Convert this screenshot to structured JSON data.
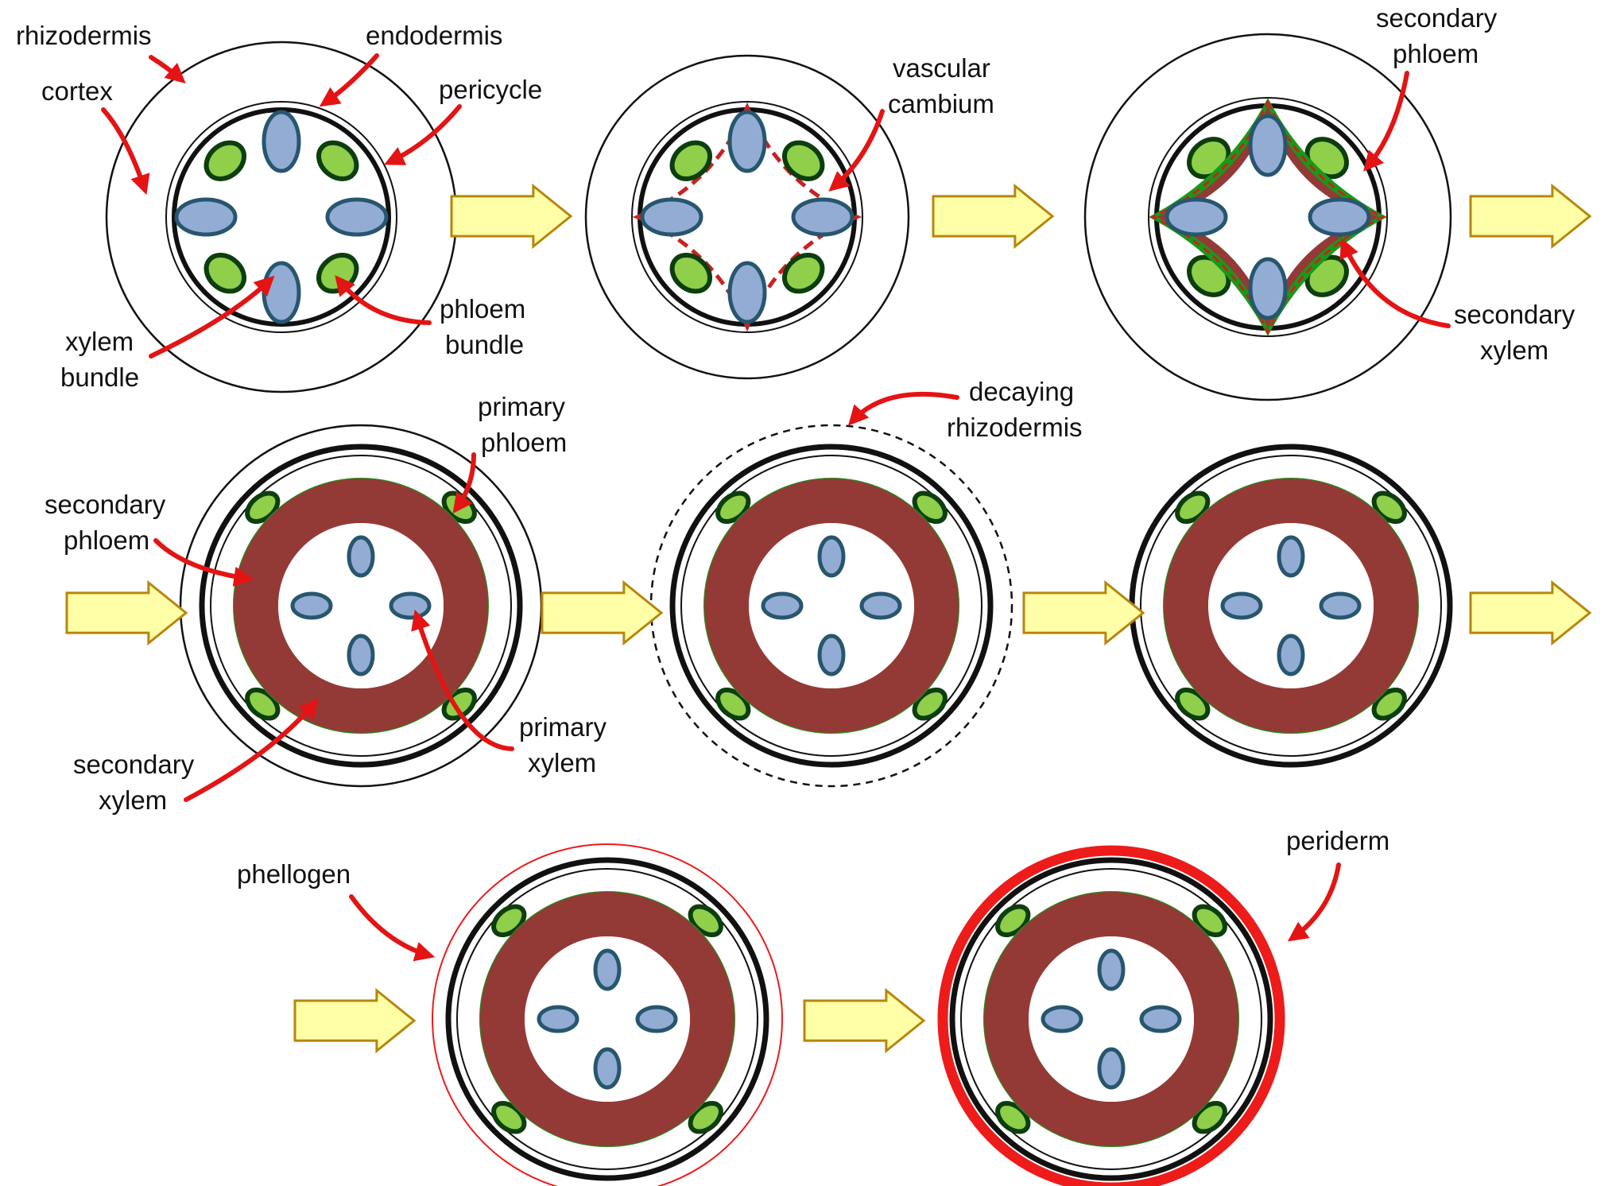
{
  "colors": {
    "xylem_fill": "#93acd3",
    "xylem_stroke": "#27566e",
    "phloem_fill": "#8fcf4a",
    "phloem_stroke": "#0d3e0d",
    "secondary_phloem": "#179a17",
    "secondary_xylem": "#943a36",
    "cambium": "#c82222",
    "periderm": "#ee1b1b",
    "pointer": "#e41414",
    "stage_arrow_fill": "#ffffa8",
    "stage_arrow_stroke": "#b8860b",
    "outline": "#111111"
  },
  "icons": {
    "pointer": "red-curved-arrow-icon",
    "transition": "yellow-block-arrow-icon"
  },
  "stages": [
    {
      "name": "stage-1-primary-root",
      "labels": [
        "rhizodermis",
        "cortex",
        "endodermis",
        "pericycle",
        "xylem bundle",
        "phloem bundle"
      ]
    },
    {
      "name": "stage-2-vascular-cambium",
      "labels": [
        "vascular cambium"
      ]
    },
    {
      "name": "stage-3-secondary-growth-begins",
      "labels": [
        "secondary phloem",
        "secondary xylem"
      ]
    },
    {
      "name": "stage-4-secondary-tissues",
      "labels": [
        "primary phloem",
        "secondary phloem",
        "secondary xylem",
        "primary xylem"
      ]
    },
    {
      "name": "stage-5-decaying-rhizodermis",
      "labels": [
        "decaying rhizodermis"
      ]
    },
    {
      "name": "stage-6-rhizodermis-shed",
      "labels": []
    },
    {
      "name": "stage-7-phellogen",
      "labels": [
        "phellogen"
      ]
    },
    {
      "name": "stage-8-periderm",
      "labels": [
        "periderm"
      ]
    }
  ],
  "labels": {
    "rhizodermis": "rhizodermis",
    "cortex": "cortex",
    "endodermis": "endodermis",
    "pericycle": "pericycle",
    "xylem_bundle_1": "xylem",
    "xylem_bundle_2": "bundle",
    "phloem_bundle_1": "phloem",
    "phloem_bundle_2": "bundle",
    "vascular_cambium_1": "vascular",
    "vascular_cambium_2": "cambium",
    "s3_secondary_phloem_1": "secondary",
    "s3_secondary_phloem_2": "phloem",
    "s3_secondary_xylem_1": "secondary",
    "s3_secondary_xylem_2": "xylem",
    "primary_phloem_1": "primary",
    "primary_phloem_2": "phloem",
    "s4_secondary_phloem_1": "secondary",
    "s4_secondary_phloem_2": "phloem",
    "s4_secondary_xylem_1": "secondary",
    "s4_secondary_xylem_2": "xylem",
    "primary_xylem_1": "primary",
    "primary_xylem_2": "xylem",
    "decaying_rhizodermis_1": "decaying",
    "decaying_rhizodermis_2": "rhizodermis",
    "phellogen": "phellogen",
    "periderm": "periderm"
  }
}
